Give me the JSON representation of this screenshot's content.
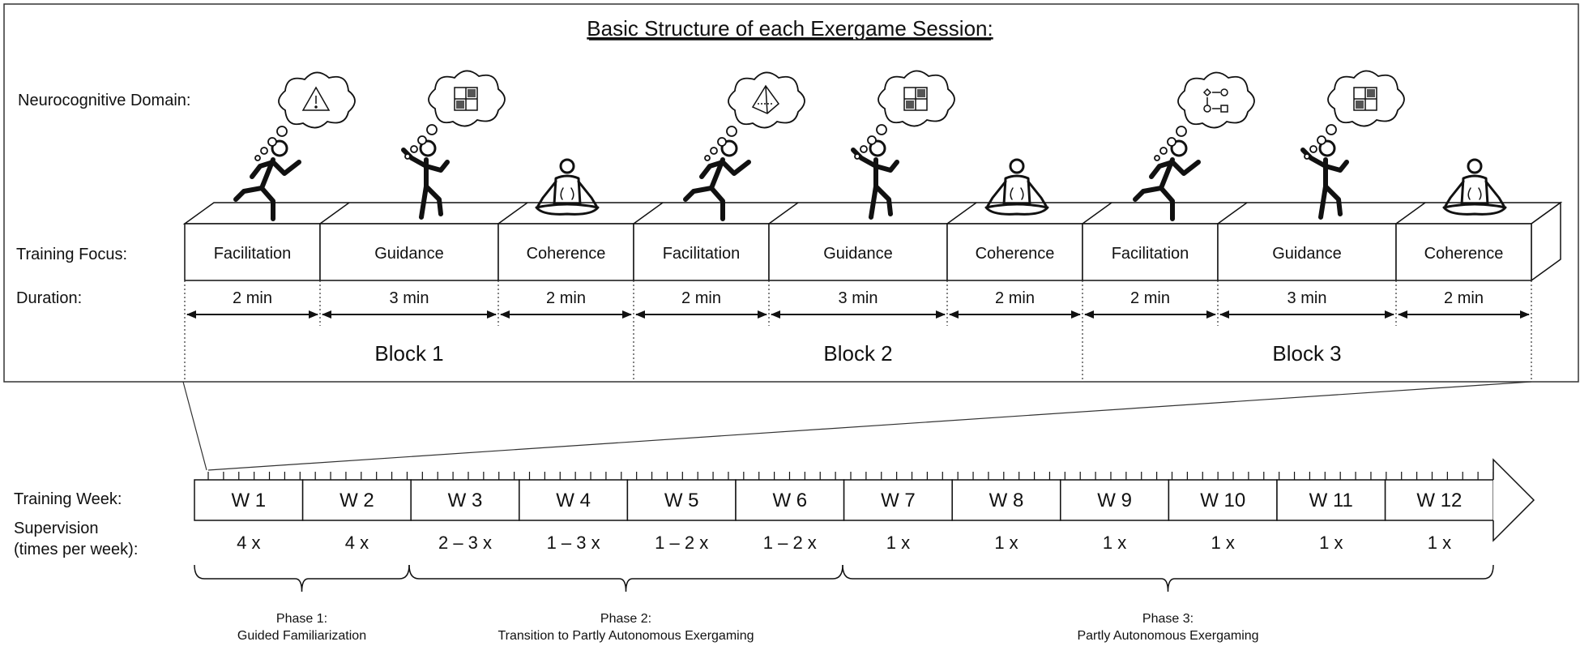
{
  "session": {
    "title": "Basic Structure of each Exergame Session:",
    "row_labels": {
      "domain": "Neurocognitive Domain:",
      "focus": "Training Focus:",
      "duration": "Duration:"
    },
    "segments": [
      {
        "focus": "Facilitation",
        "duration": "2 min",
        "figure": "running-figure-icon",
        "thought": "warning-triangle-icon"
      },
      {
        "focus": "Guidance",
        "duration": "3 min",
        "figure": "stepping-figure-icon",
        "thought": "grid-puzzle-icon"
      },
      {
        "focus": "Coherence",
        "duration": "2 min",
        "figure": "meditating-figure-icon",
        "thought": ""
      },
      {
        "focus": "Facilitation",
        "duration": "2 min",
        "figure": "running-figure-icon",
        "thought": "pyramid-icon"
      },
      {
        "focus": "Guidance",
        "duration": "3 min",
        "figure": "stepping-figure-icon",
        "thought": "grid-puzzle-icon"
      },
      {
        "focus": "Coherence",
        "duration": "2 min",
        "figure": "meditating-figure-icon",
        "thought": ""
      },
      {
        "focus": "Facilitation",
        "duration": "2 min",
        "figure": "running-figure-icon",
        "thought": "flowchart-icon"
      },
      {
        "focus": "Guidance",
        "duration": "3 min",
        "figure": "stepping-figure-icon",
        "thought": "grid-puzzle-icon"
      },
      {
        "focus": "Coherence",
        "duration": "2 min",
        "figure": "meditating-figure-icon",
        "thought": ""
      }
    ],
    "blocks": [
      "Block 1",
      "Block 2",
      "Block 3"
    ]
  },
  "program": {
    "row_labels": {
      "week": "Training Week:",
      "supervision_line1": "Supervision",
      "supervision_line2": "(times per week):"
    },
    "weeks": [
      {
        "label": "W 1",
        "supervision": "4 x"
      },
      {
        "label": "W 2",
        "supervision": "4 x"
      },
      {
        "label": "W 3",
        "supervision": "2 – 3 x"
      },
      {
        "label": "W 4",
        "supervision": "1 – 3 x"
      },
      {
        "label": "W 5",
        "supervision": "1 – 2 x"
      },
      {
        "label": "W 6",
        "supervision": "1 – 2 x"
      },
      {
        "label": "W 7",
        "supervision": "1 x"
      },
      {
        "label": "W 8",
        "supervision": "1 x"
      },
      {
        "label": "W 9",
        "supervision": "1 x"
      },
      {
        "label": "W 10",
        "supervision": "1 x"
      },
      {
        "label": "W 11",
        "supervision": "1 x"
      },
      {
        "label": "W 12",
        "supervision": "1 x"
      }
    ],
    "phases": [
      {
        "title": "Phase 1:",
        "subtitle": "Guided Familiarization"
      },
      {
        "title": "Phase 2:",
        "subtitle": "Transition to Partly Autonomous Exergaming"
      },
      {
        "title": "Phase 3:",
        "subtitle": "Partly Autonomous Exergaming"
      }
    ]
  }
}
